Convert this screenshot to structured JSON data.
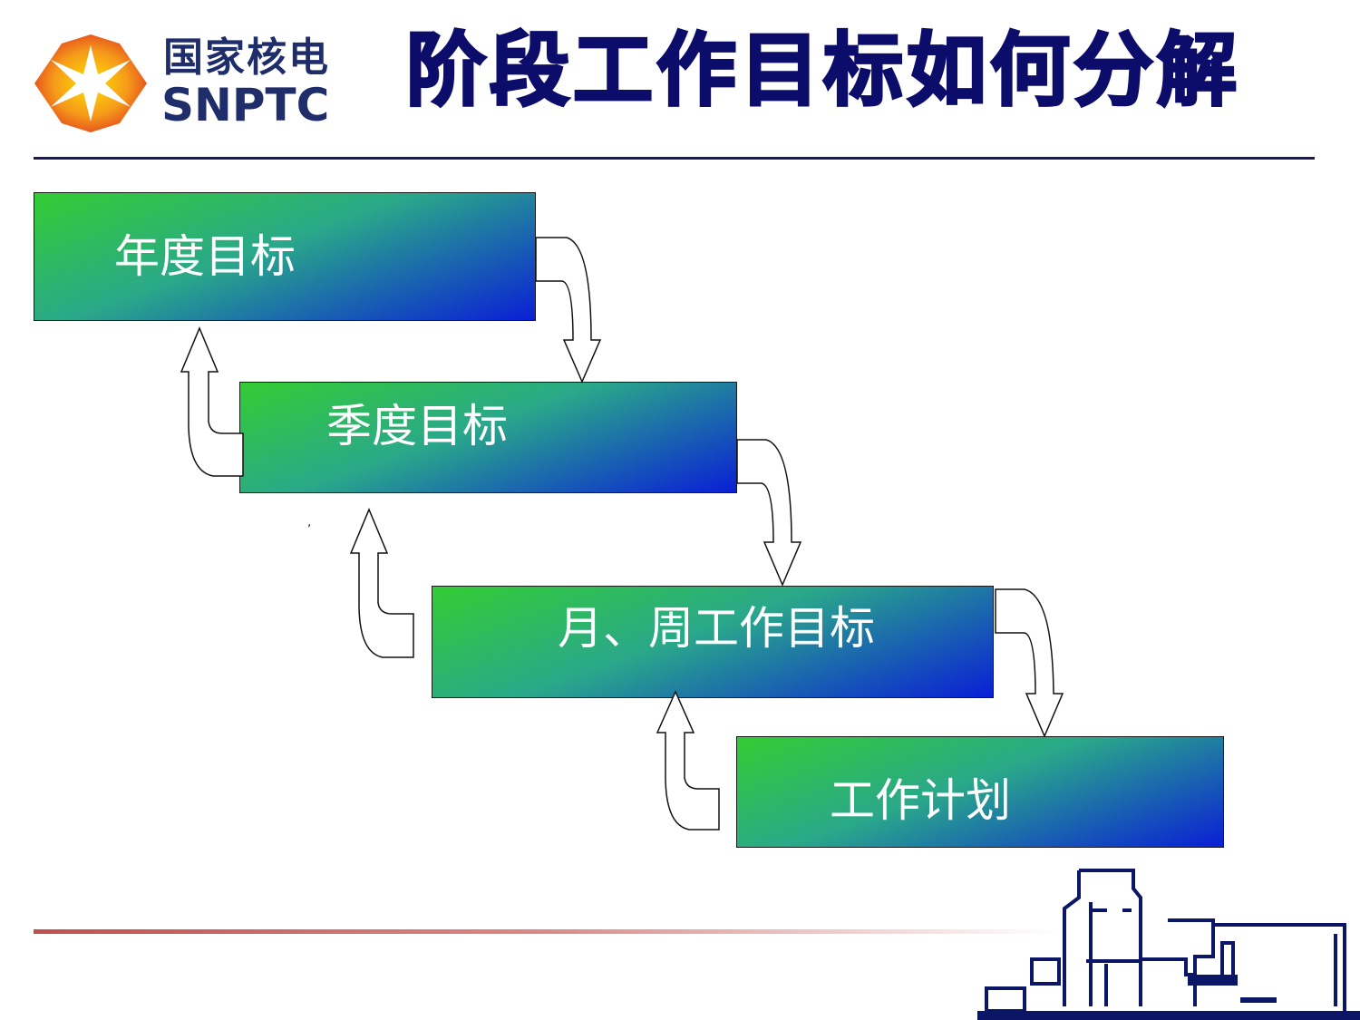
{
  "logo": {
    "chinese": "国家核电",
    "english": "SNPTC"
  },
  "title": "阶段工作目标如何分解",
  "boxes": [
    {
      "label": "年度目标"
    },
    {
      "label": "季度目标"
    },
    {
      "label": "月、周工作目标"
    },
    {
      "label": "工作计划"
    }
  ],
  "stray_mark": ",",
  "colors": {
    "navy": "#1f2d6b",
    "gradient_start": "#33cc33",
    "gradient_end": "#0a1fd6",
    "accent_line": "#c0504d"
  }
}
